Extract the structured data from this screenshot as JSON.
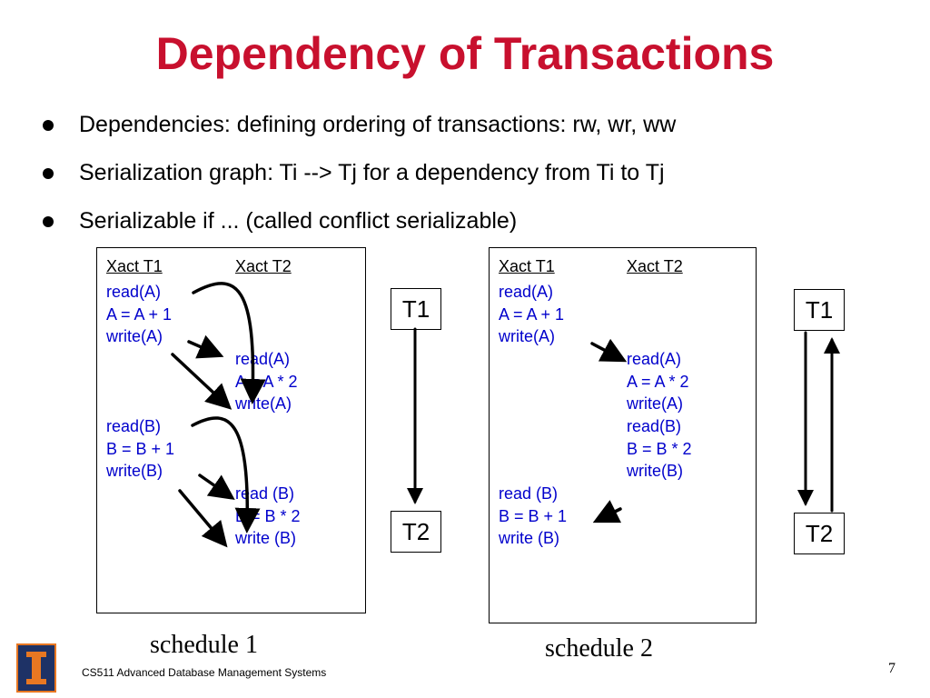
{
  "slide": {
    "title": "Dependency of Transactions",
    "bullets": [
      "Dependencies: defining ordering of transactions: rw, wr, ww",
      "Serialization graph: Ti --> Tj for a dependency from Ti to Tj",
      "Serializable if ... (called conflict serializable)"
    ]
  },
  "schedule1": {
    "header_t1": "Xact T1",
    "header_t2": "Xact T2",
    "t1_block1": [
      "read(A)",
      "A = A + 1",
      "write(A)"
    ],
    "t2_block1": [
      "read(A)",
      "A = A * 2",
      "write(A)"
    ],
    "t1_block2": [
      "read(B)",
      "B = B + 1",
      "write(B)"
    ],
    "t2_block2": [
      "read (B)",
      "B = B * 2",
      "write (B)"
    ],
    "caption": "schedule 1"
  },
  "schedule2": {
    "header_t1": "Xact T1",
    "header_t2": "Xact T2",
    "t1_block1": [
      "read(A)",
      "A = A + 1",
      "write(A)"
    ],
    "t2_block": [
      "read(A)",
      "A = A * 2",
      "write(A)",
      "read(B)",
      "B = B * 2",
      "write(B)"
    ],
    "t1_block2": [
      "read (B)",
      "B = B + 1",
      "write (B)"
    ],
    "caption": "schedule 2"
  },
  "graph1": {
    "node_top": "T1",
    "node_bottom": "T2"
  },
  "graph2": {
    "node_top": "T1",
    "node_bottom": "T2"
  },
  "footer": {
    "course": "CS511 Advanced Database Management Systems",
    "page": "7"
  },
  "colors": {
    "title": "#c8102e",
    "operations": "#0000cc",
    "logo_bg": "#1e3266",
    "logo_accent": "#e87722"
  },
  "icons": {
    "logo": "university-logo-icon"
  }
}
